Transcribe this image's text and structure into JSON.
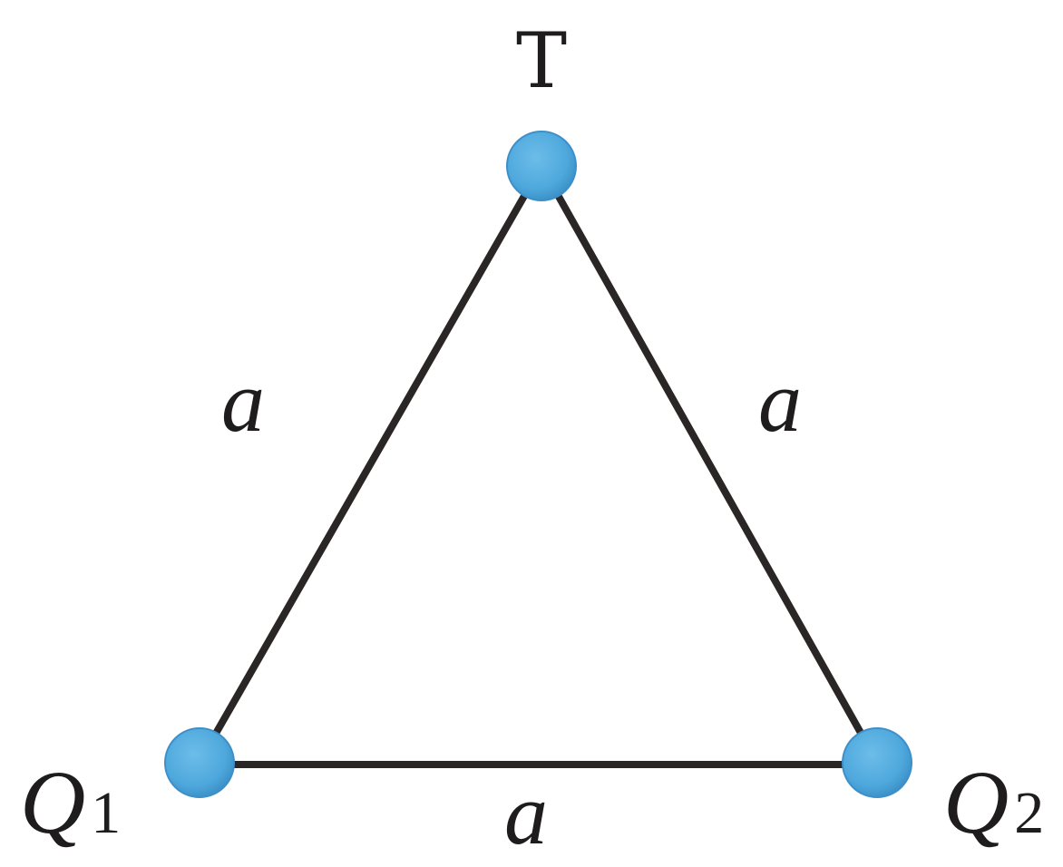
{
  "vertices": {
    "top": {
      "label": "T"
    },
    "bottom_left": {
      "label": "Q",
      "subscript": "1"
    },
    "bottom_right": {
      "label": "Q",
      "subscript": "2"
    }
  },
  "edges": {
    "left": {
      "label": "a"
    },
    "right": {
      "label": "a"
    },
    "bottom": {
      "label": "a"
    }
  },
  "colors": {
    "node": "#4ea8dc",
    "edge": "#2a2626",
    "text": "#1e1c1c"
  }
}
